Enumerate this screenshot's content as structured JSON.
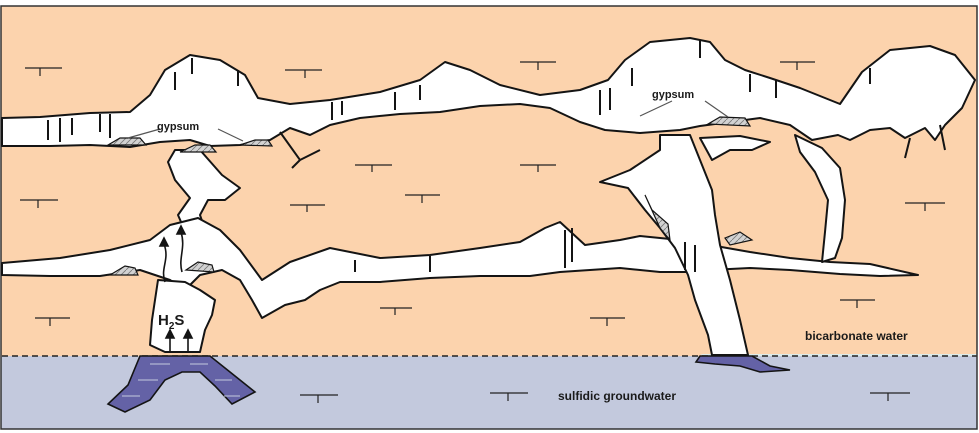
{
  "labels": {
    "gypsum_left": "gypsum",
    "gypsum_right": "gypsum",
    "h2s_main": "H",
    "h2s_sub": "2",
    "h2s_tail": "S",
    "bicarbonate": "bicarbonate water",
    "groundwater": "sulfidic groundwater"
  },
  "colors": {
    "limestone": "#fcd3ad",
    "groundwater": "#c3c9dd",
    "bicarbonate_band": "#dcebea",
    "cave": "#ffffff",
    "outline": "#141414",
    "sulfidic_pool": "#6462a6",
    "gypsum_fill": "#c9c9c9"
  }
}
